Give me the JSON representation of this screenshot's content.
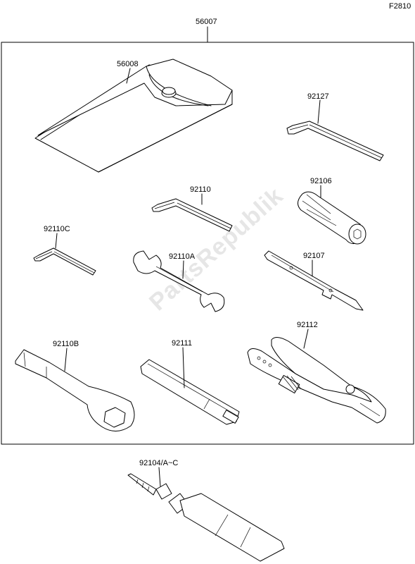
{
  "diagram": {
    "figure_code": "F2810",
    "watermark": "PartsRepublik",
    "part_labels": {
      "kit": "56007",
      "case": "56008",
      "hex_92127": "92127",
      "hex_92110": "92110",
      "grip_92106": "92106",
      "hex_92110C": "92110C",
      "wrench_92110A": "92110A",
      "screwdriver_92107": "92107",
      "ring_wrench_92110B": "92110B",
      "extension_92111": "92111",
      "pliers_92112": "92112",
      "tube_92104": "92104/A~C"
    }
  }
}
